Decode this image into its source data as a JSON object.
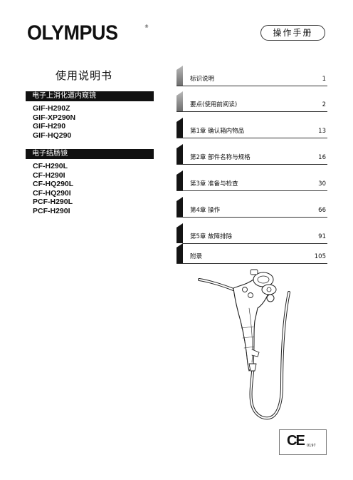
{
  "brand": {
    "logo_text": "OLYMPUS",
    "registered": "®"
  },
  "doc_type": "操作手册",
  "manual_title": "使用说明书",
  "groups": [
    {
      "heading": "电子上消化道内窥镜",
      "models": [
        "GIF-H290Z",
        "GIF-XP290N",
        "GIF-H290",
        "GIF-HQ290"
      ]
    },
    {
      "heading": "电子结肠镜",
      "models": [
        "CF-H290L",
        "CF-H290I",
        "CF-HQ290L",
        "CF-HQ290I",
        "PCF-H290L",
        "PCF-H290I"
      ]
    }
  ],
  "toc": [
    {
      "label": "标识说明",
      "page": "1",
      "tab": "grey"
    },
    {
      "label": "要点(使用前阅读)",
      "page": "2",
      "tab": "grey"
    },
    {
      "label": "第1章 确认箱内物品",
      "page": "13",
      "tab": "dark"
    },
    {
      "label": "第2章 部件名称与规格",
      "page": "16",
      "tab": "dark"
    },
    {
      "label": "第3章 准备与检查",
      "page": "30",
      "tab": "dark"
    },
    {
      "label": "第4章 操作",
      "page": "66",
      "tab": "dark"
    },
    {
      "label": "第5章 故障排除",
      "page": "91",
      "tab": "dark"
    },
    {
      "label": "附录",
      "page": "105",
      "tab": "dark"
    }
  ],
  "ce_mark": {
    "symbol": "CE",
    "number": "0197"
  },
  "illustration": "endoscope-illustration"
}
